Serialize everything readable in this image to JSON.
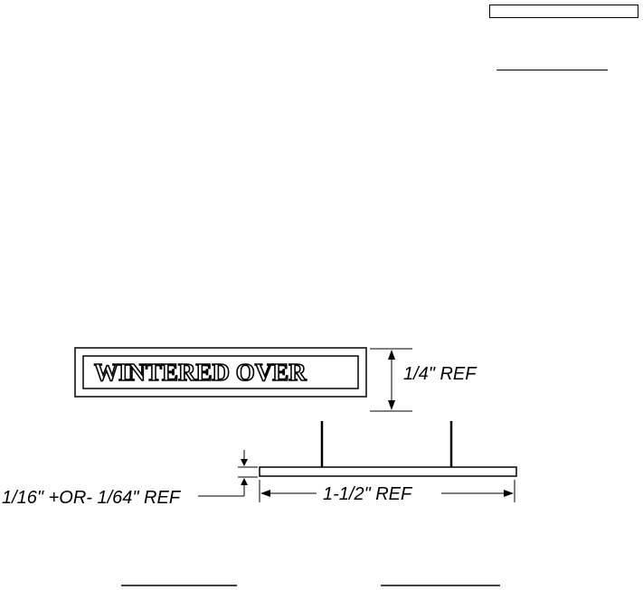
{
  "plate": {
    "text": "WINTERED OVER"
  },
  "dimensions": {
    "height_label": "1/4\"  REF",
    "thickness_label": "1/16\" +OR- 1/64\" REF",
    "length_label": "1-1/2\"  REF"
  },
  "colors": {
    "ink": "#000000",
    "paper": "#ffffff"
  }
}
